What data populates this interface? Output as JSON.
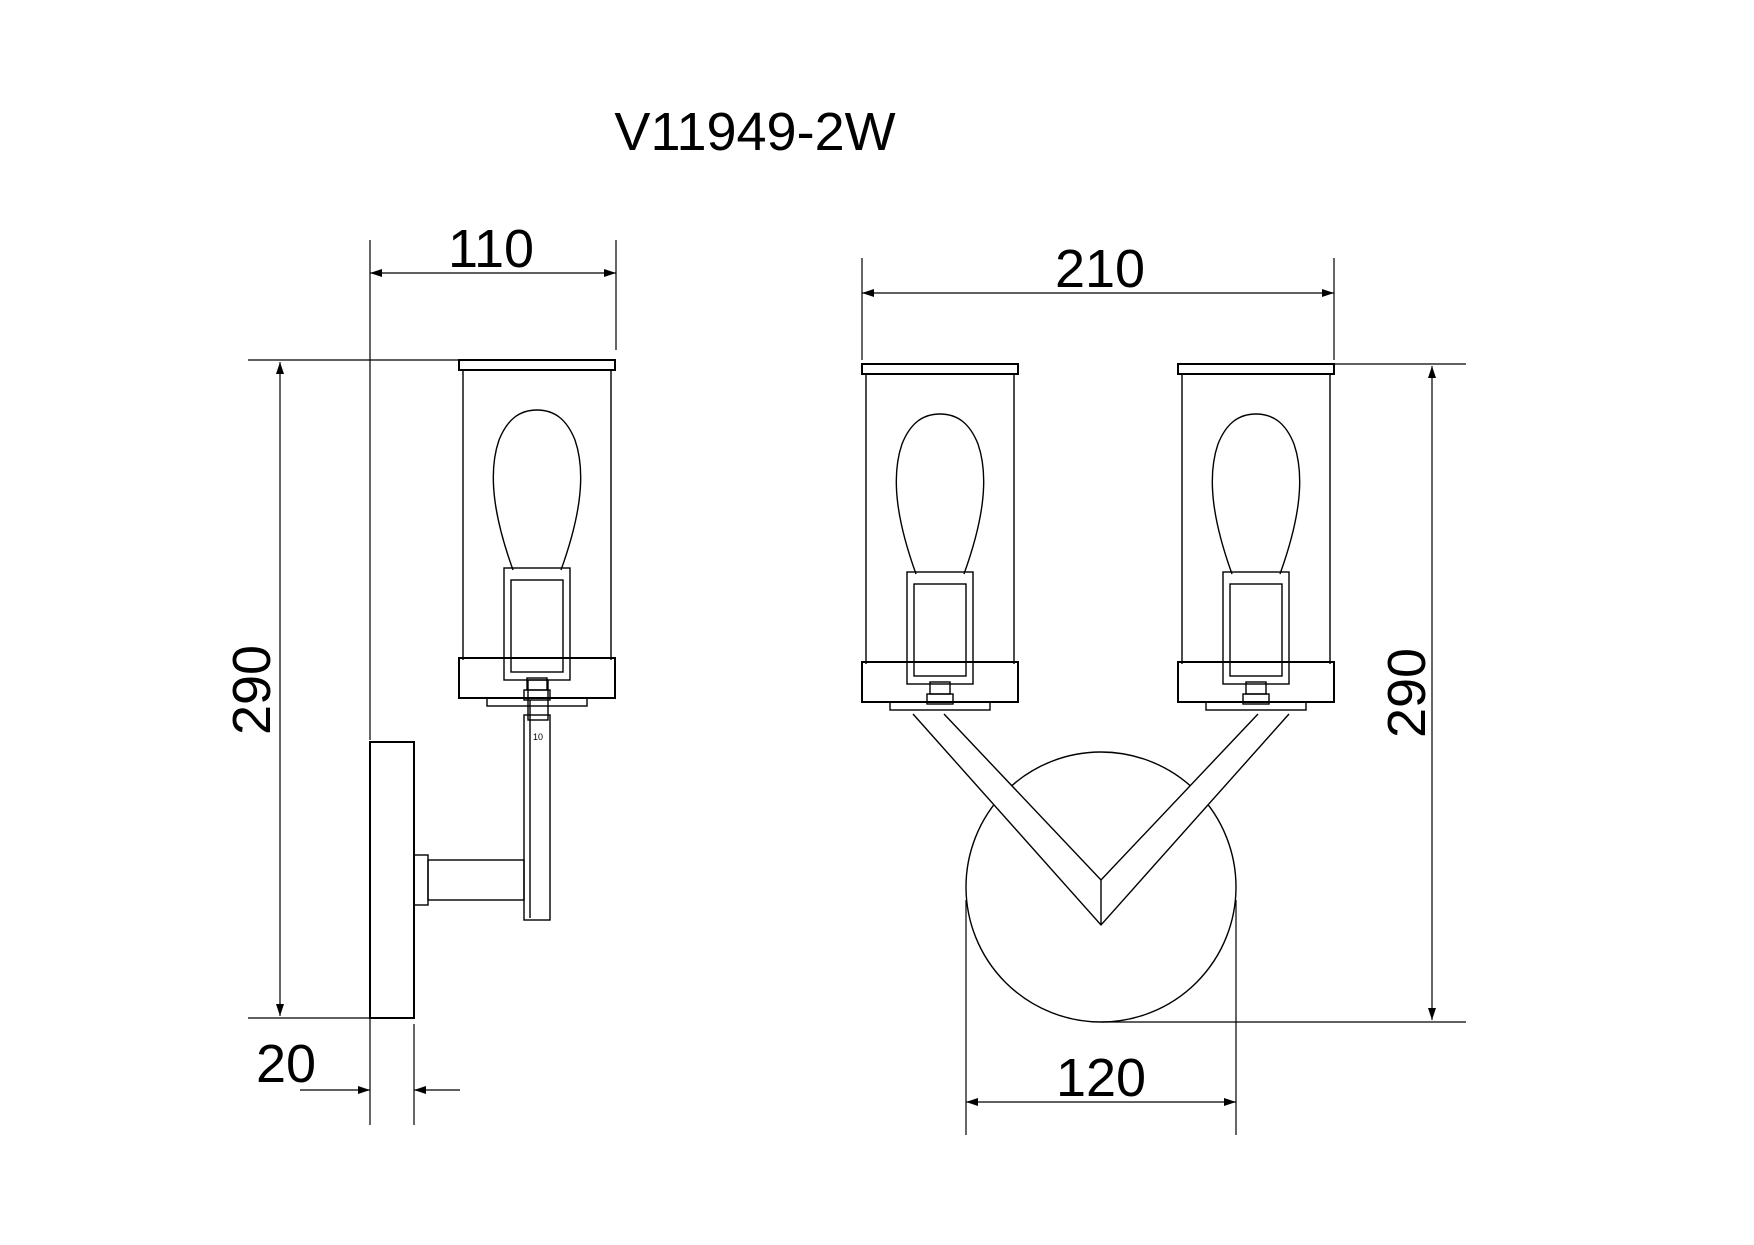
{
  "title": "V11949-2W",
  "side_view": {
    "width_label": "110",
    "height_label": "290",
    "backplate_depth_label": "20",
    "bracket_mark": "10"
  },
  "front_view": {
    "width_label": "210",
    "height_label": "290",
    "backplate_diameter_label": "120"
  }
}
